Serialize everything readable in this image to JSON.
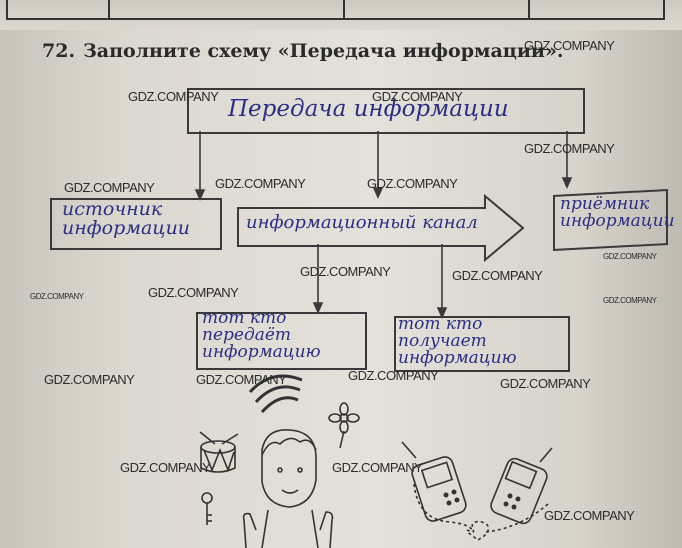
{
  "task": {
    "number": "72.",
    "text": "Заполните схему «Передача информации»."
  },
  "diagram": {
    "top_box": "Передача информации",
    "source_box": "источник информации",
    "channel_arrow": "информационный канал",
    "receiver_box": "приёмник информации",
    "sender_desc": "тот кто передаёт информацию",
    "receiver_desc": "тот кто получает информацию"
  },
  "watermarks": [
    "GDZ.COMPANY",
    "GDZ.COMPANY",
    "GDZ.COMPANY",
    "GDZ.COMPANY",
    "GDZ.COMPANY",
    "GDZ.COMPANY",
    "GDZ.COMPANY",
    "GDZ.COMPANY",
    "GDZ.COMPANY",
    "GDZ.COMPANY",
    "GDZ.COMPANY",
    "GDZ.COMPANY",
    "GDZ.COMPANY",
    "GDZ.COMPANY",
    "GDZ.COMPANY",
    "GDZ.COMPANY",
    "GDZ.COMPANY",
    "GDZ.COMPANY",
    "GDZ.COMPANY",
    "GDZ.COMPANY"
  ]
}
